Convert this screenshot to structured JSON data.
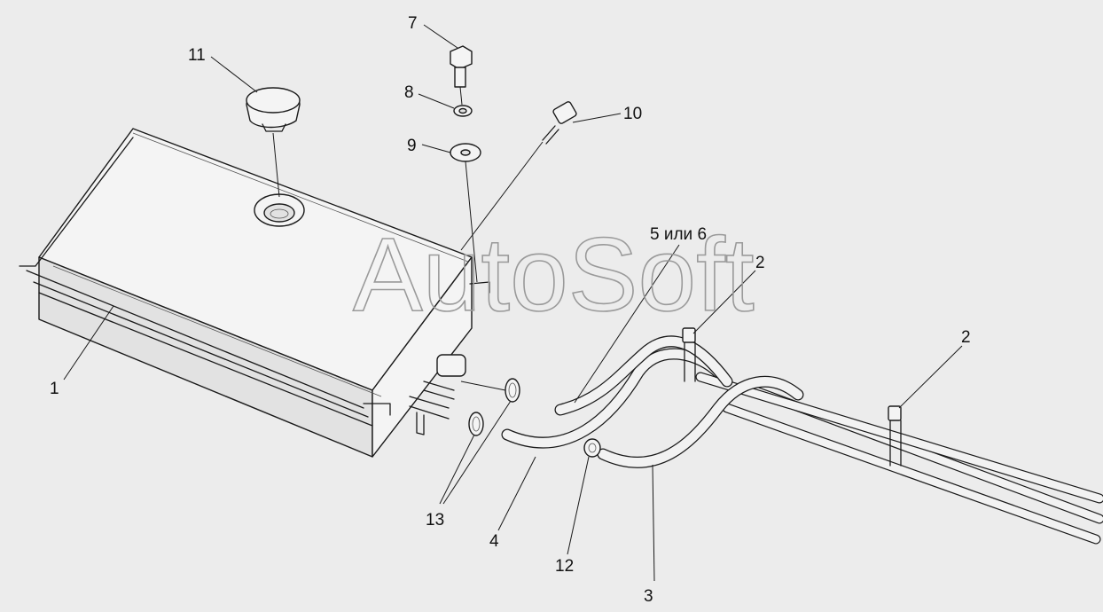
{
  "watermark": "AutoSoft",
  "callouts": {
    "c1": "1",
    "c2a": "2",
    "c2b": "2",
    "c3": "3",
    "c4": "4",
    "c56": "5 или 6",
    "c7": "7",
    "c8": "8",
    "c9": "9",
    "c10": "10",
    "c11": "11",
    "c12": "12",
    "c13": "13"
  }
}
